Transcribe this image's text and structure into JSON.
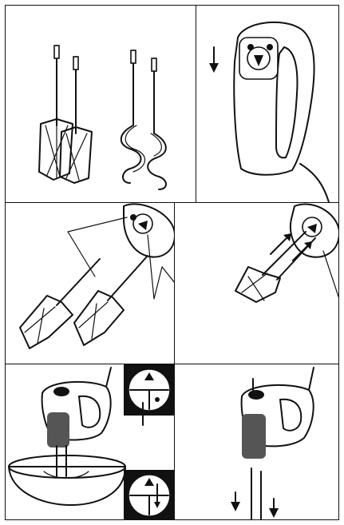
{
  "figure": {
    "panels": [
      {
        "id": "p1",
        "content": "beaters-and-dough-hooks"
      },
      {
        "id": "p2",
        "content": "mixer-head-top-view"
      },
      {
        "id": "p3",
        "content": "inserting-beaters"
      },
      {
        "id": "p4",
        "content": "inserting-beaters-arrows"
      },
      {
        "id": "p5",
        "content": "mixing-with-speed-dial"
      },
      {
        "id": "p6",
        "content": "ejecting-beaters"
      }
    ],
    "icons": [
      "beater-icon",
      "dough-hook-icon",
      "mixer-head-icon",
      "bowl-icon",
      "speed-dial-icon",
      "arrow-down-icon",
      "arrow-up-icon"
    ],
    "colors": {
      "line": "#111111",
      "background": "#ffffff"
    }
  }
}
